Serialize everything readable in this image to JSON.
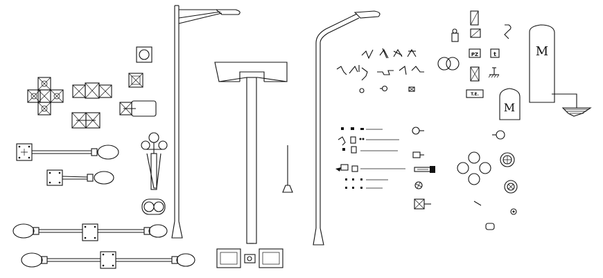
{
  "drawing": {
    "motor_label_large": "M",
    "motor_label_small": "M",
    "tag_pz": "PZ",
    "tag_t": "t",
    "tag_te": "T.E."
  },
  "palette": {
    "ink": "#111111",
    "paper": "#ffffff"
  }
}
